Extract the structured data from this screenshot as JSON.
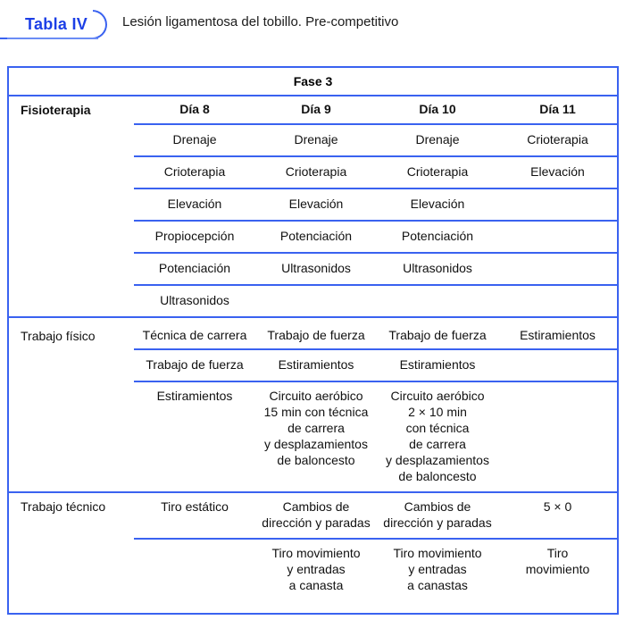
{
  "caption": {
    "badge": "Tabla IV",
    "title": "Lesión ligamentosa del tobillo. Pre-competitivo",
    "accent_color": "#1c3fe6",
    "rule_color": "#6b8cf5"
  },
  "table": {
    "border_color": "#3a62f0",
    "phase_header": "Fase 3",
    "column_headers": [
      "Fisioterapia",
      "Día 8",
      "Día 9",
      "Día 10",
      "Día 11"
    ],
    "sections": [
      {
        "label": "Fisioterapia",
        "rows": [
          [
            "Drenaje",
            "Drenaje",
            "Drenaje",
            "Crioterapia"
          ],
          [
            "Crioterapia",
            "Crioterapia",
            "Crioterapia",
            "Elevación"
          ],
          [
            "Elevación",
            "Elevación",
            "Elevación",
            ""
          ],
          [
            "Propiocepción",
            "Potenciación",
            "Potenciación",
            ""
          ],
          [
            "Potenciación",
            "Ultrasonidos",
            "Ultrasonidos",
            ""
          ],
          [
            "Ultrasonidos",
            "",
            "",
            ""
          ]
        ]
      },
      {
        "label": "Trabajo físico",
        "rows": [
          [
            "Técnica de carrera",
            "Trabajo de fuerza",
            "Trabajo de fuerza",
            "Estiramientos"
          ],
          [
            "Trabajo de fuerza",
            "Estiramientos",
            "Estiramientos",
            ""
          ],
          [
            "Estiramientos",
            "Circuito aeróbico\n15 min con técnica\nde carrera\ny desplazamientos\nde baloncesto",
            "Circuito aeróbico\n2 × 10 min\ncon técnica\nde carrera\ny desplazamientos\nde baloncesto",
            ""
          ]
        ]
      },
      {
        "label": "Trabajo técnico",
        "rows": [
          [
            "Tiro estático",
            "Cambios de\ndirección y paradas",
            "Cambios de\ndirección y paradas",
            "5 × 0"
          ],
          [
            "",
            "Tiro movimiento\ny entradas\na canasta",
            "Tiro movimiento\ny entradas\na canastas",
            "Tiro\nmovimiento"
          ]
        ]
      }
    ]
  }
}
